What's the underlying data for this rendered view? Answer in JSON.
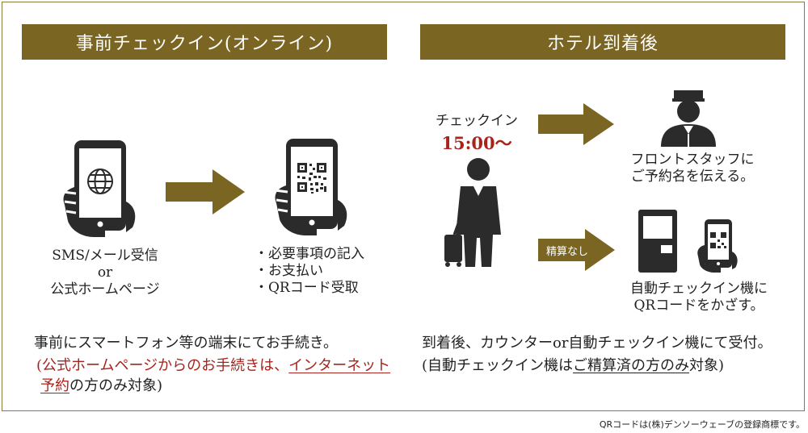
{
  "left": {
    "banner": "事前チェックイン(オンライン)",
    "phone_caption": [
      "SMS/メール受信",
      "or",
      "公式ホームページ"
    ],
    "qr_list": [
      "・必要事項の記入",
      "・お支払い",
      "・QRコード受取"
    ],
    "description": "事前にスマートフォン等の端末にてお手続き。",
    "note_prefix": "(公式ホームページからのお手続きは、",
    "note_link_1": "インターネット",
    "note_link_2": "予約",
    "note_suffix": "の方のみ対象)"
  },
  "right": {
    "banner": "ホテル到着後",
    "checkin_label": "チェックイン",
    "checkin_time": "15:00〜",
    "staff_caption": [
      "フロントスタッフに",
      "ご予約名を伝える。"
    ],
    "arrow_label": "精算なし",
    "kiosk_caption": [
      "自動チェックイン機に",
      "QRコードをかざす。"
    ],
    "description": "到着後、カウンターor自動チェックイン機にて受付。",
    "note_prefix": "(自動チェックイン機は",
    "note_underline": "ご精算済の方のみ",
    "note_suffix": "対象)"
  },
  "footer": "QRコードは(株)デンソーウェーブの登録商標です。",
  "colors": {
    "gold": "#7b6522",
    "red": "#a8231b",
    "dark": "#2b2b2b"
  }
}
